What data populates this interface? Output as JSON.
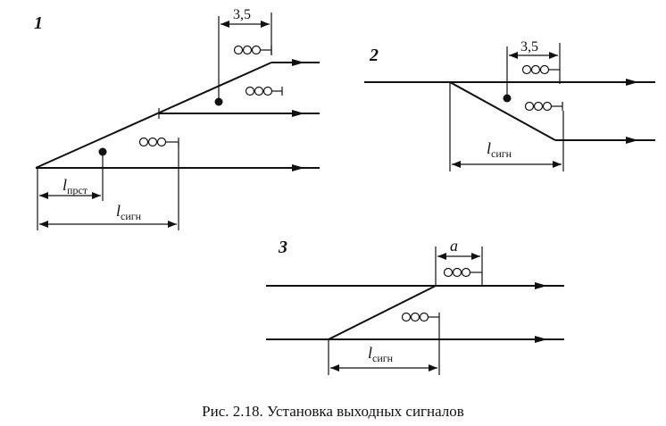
{
  "figure": {
    "caption": "Рис. 2.18. Установка выходных сигналов",
    "diagram1": {
      "number": "1",
      "dim_top": "3,5",
      "label_a_main": "l",
      "label_a_sub": "прст",
      "label_b_main": "l",
      "label_b_sub": "сигн"
    },
    "diagram2": {
      "number": "2",
      "dim_top": "3,5",
      "label_main": "l",
      "label_sub": "сигн"
    },
    "diagram3": {
      "number": "3",
      "dim_top": "a",
      "label_main": "l",
      "label_sub": "сигн"
    }
  }
}
